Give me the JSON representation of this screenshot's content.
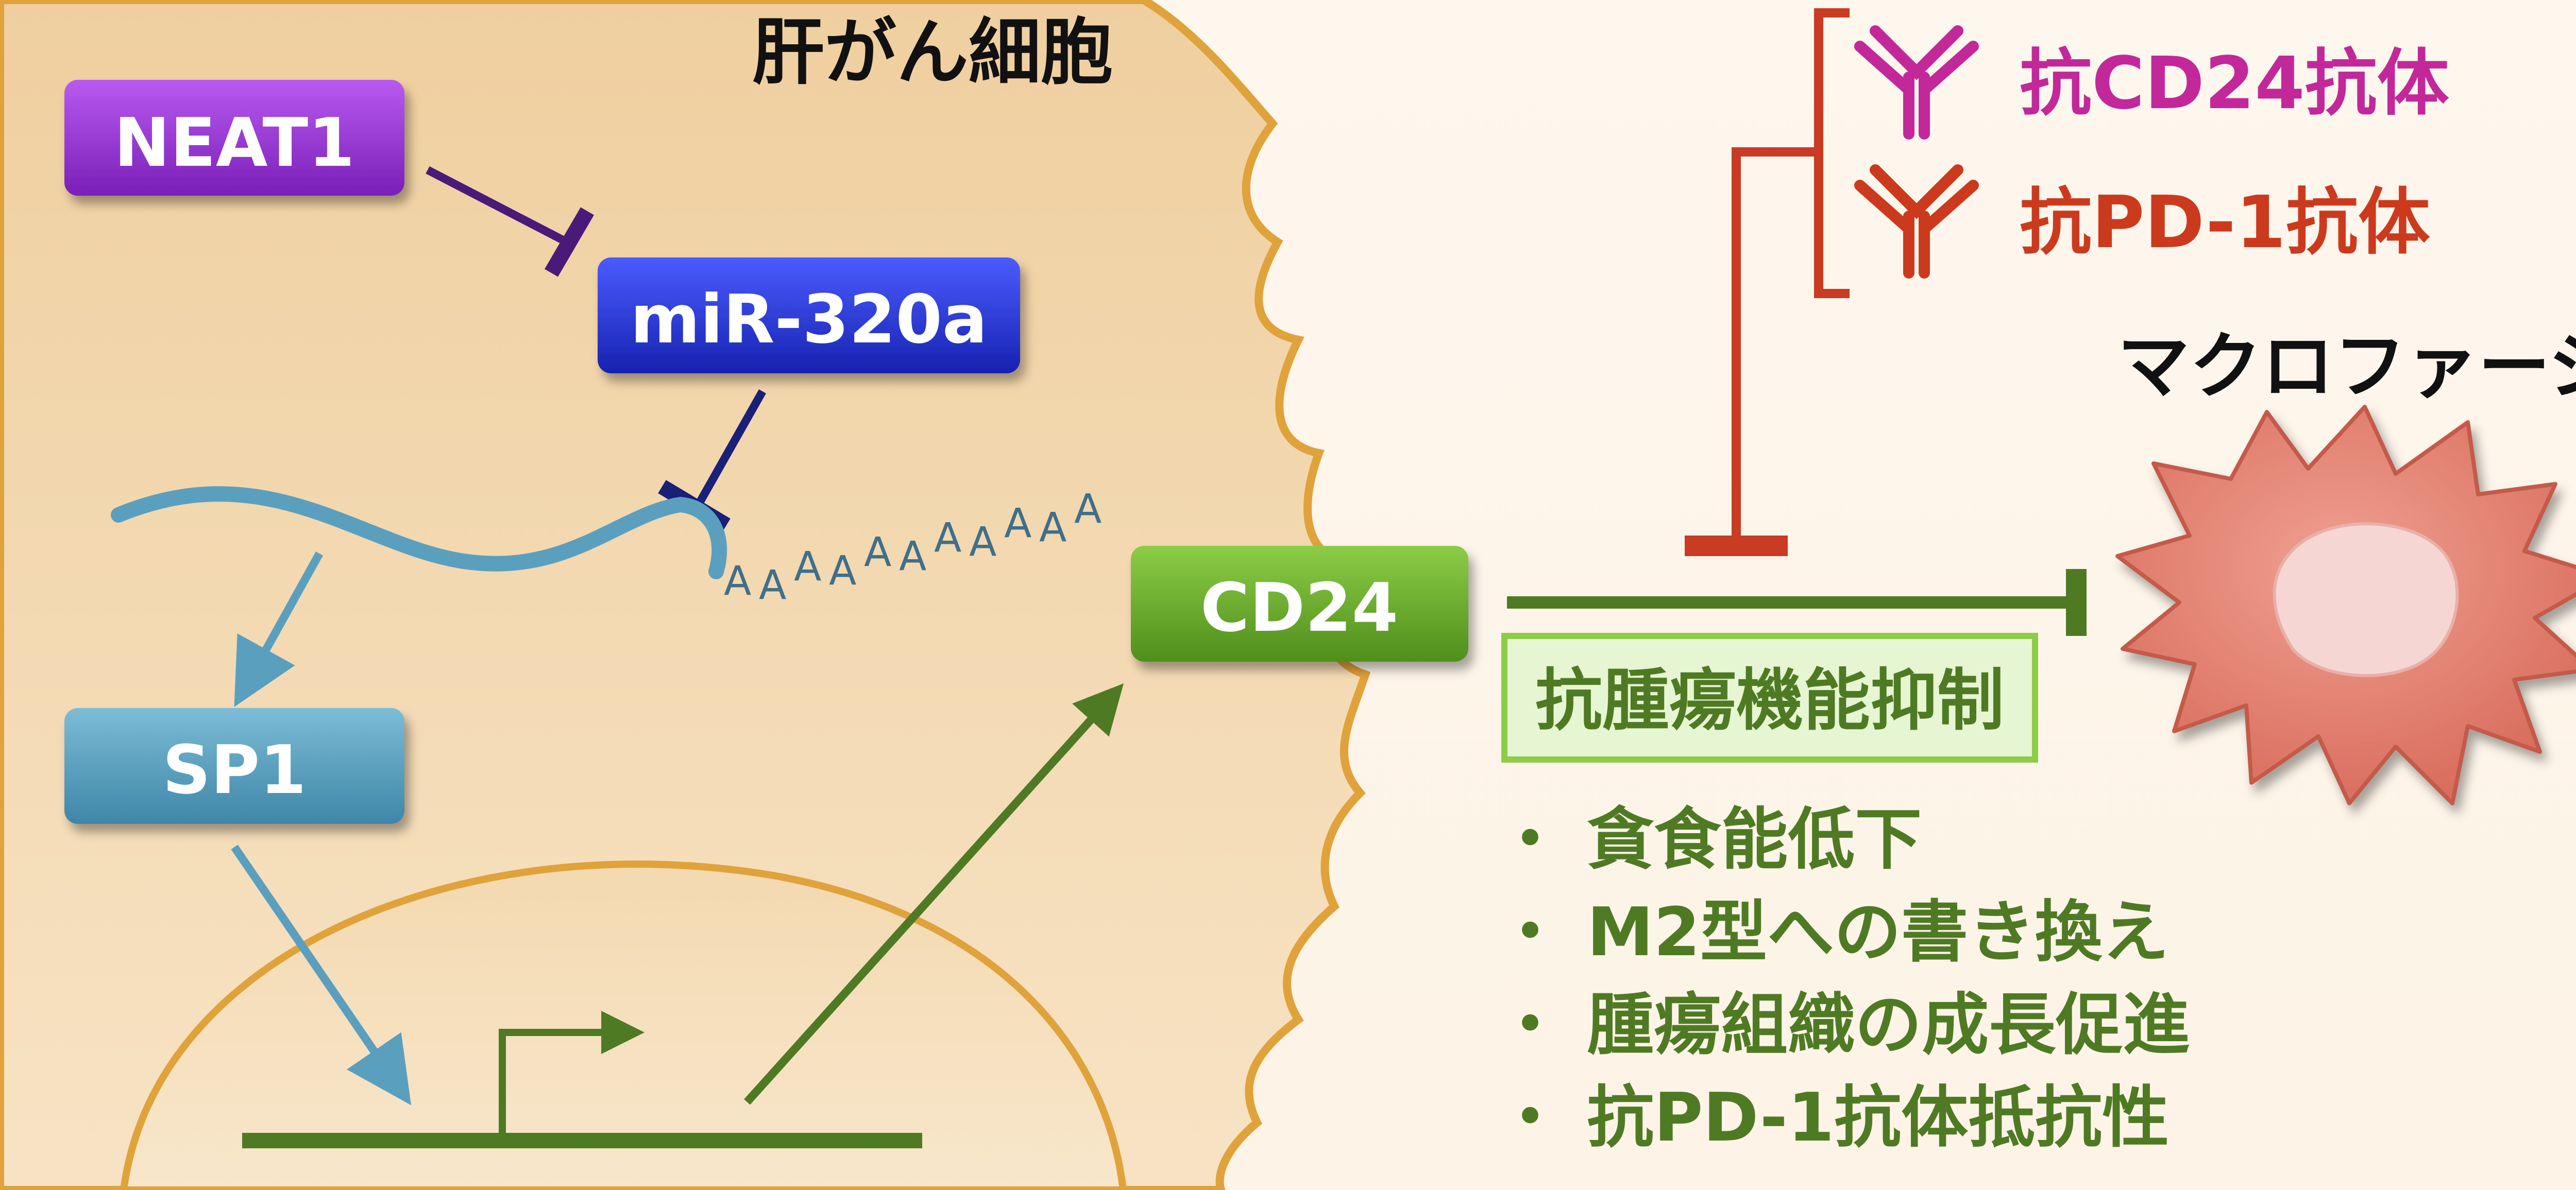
{
  "cell_label": "肝がん細胞",
  "macrophage_label": "マクロファージ",
  "nodes": {
    "neat1": "NEAT1",
    "mir320a": "miR-320a",
    "sp1": "SP1",
    "cd24": "CD24"
  },
  "poly_a": [
    "A",
    "A",
    "A",
    "A",
    "A",
    "A",
    "A",
    "A",
    "A",
    "A",
    "A"
  ],
  "antibodies": [
    {
      "label": "抗CD24抗体",
      "color": "#c2289a"
    },
    {
      "label": "抗PD-1抗体",
      "color": "#cc3a1e"
    }
  ],
  "effect_box": "抗腫瘍機能抑制",
  "effects": [
    "・ 貪食能低下",
    "・ M2型への書き換え",
    "・ 腫瘍組織の成長促進",
    "・ 抗PD-1抗体抵抗性"
  ],
  "colors": {
    "cell_fill": "#f2d6ac",
    "cell_border": "#e0a23a",
    "neat1": "#9b2fd8",
    "mir320a": "#2433d6",
    "sp1": "#5b9fbf",
    "cd24": "#6aaa2c",
    "pathway_green": "#4f7a24",
    "inhibit_red": "#c93b22",
    "macrophage": "#e37c6c"
  }
}
